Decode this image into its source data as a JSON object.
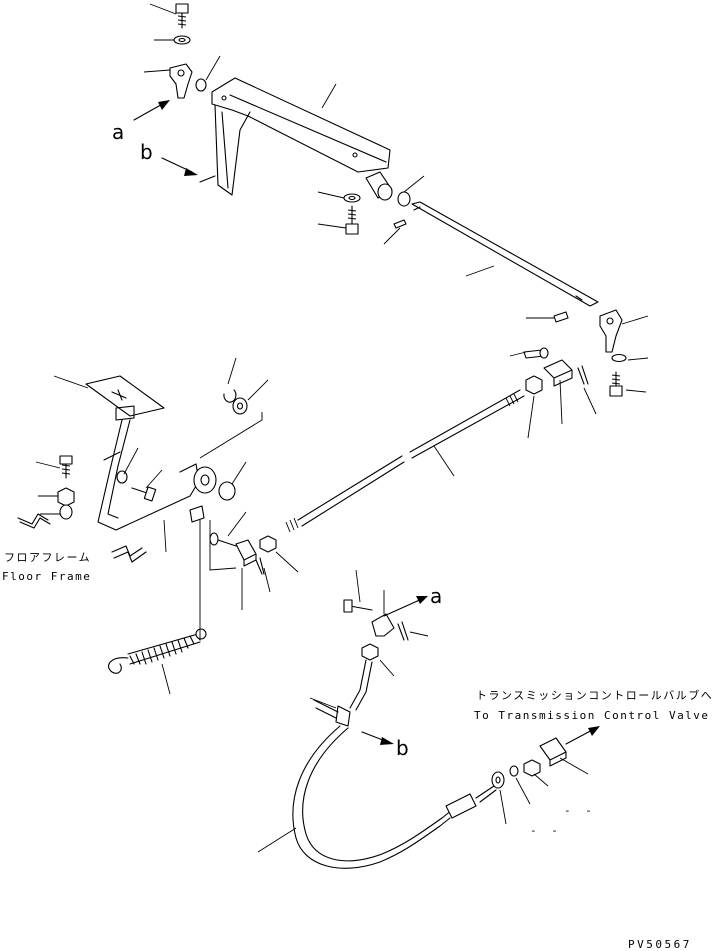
{
  "callouts": {
    "a_top": "a",
    "b_top": "b",
    "a_lower": "a",
    "b_lower": "b"
  },
  "floor_frame": {
    "jp": "フロアフレーム",
    "en": "Floor Frame"
  },
  "transmission": {
    "jp": "トランスミッションコントロールバルブへ",
    "en": "To Transmission Control Valve"
  },
  "dash_marks": [
    "- -",
    "- -"
  ],
  "drawing_code": "PV50567"
}
